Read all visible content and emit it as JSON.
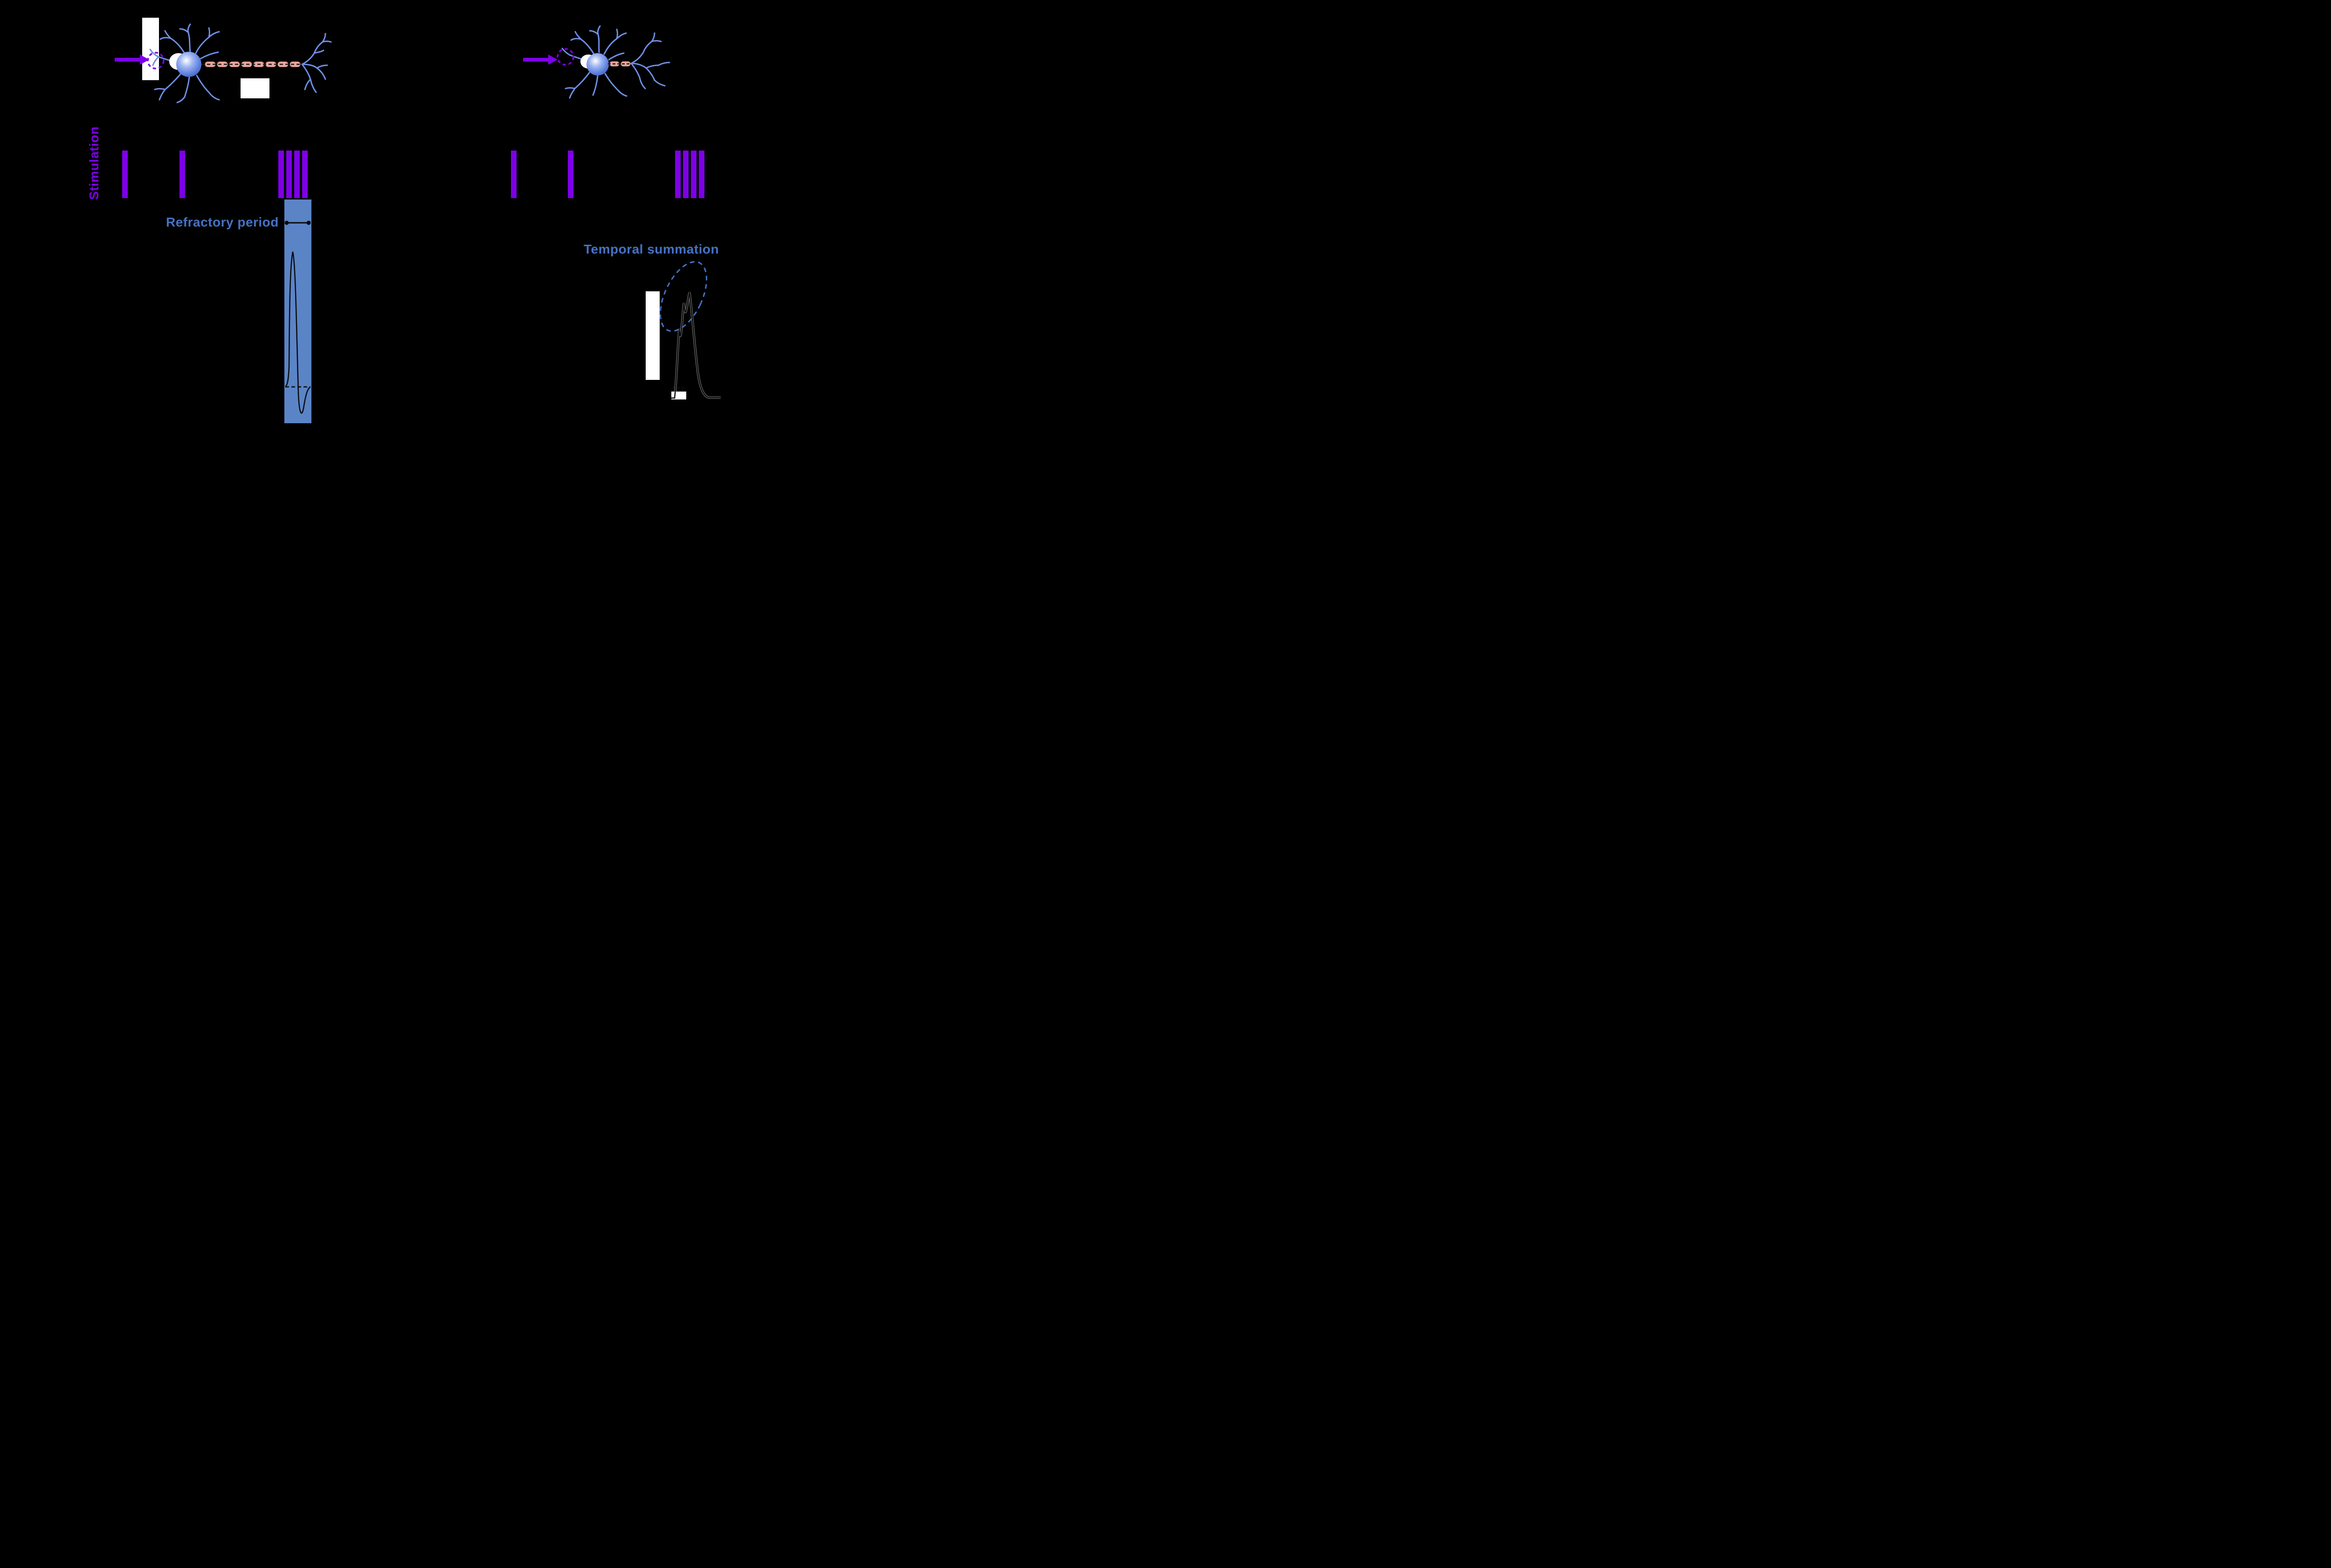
{
  "figure": {
    "labels": {
      "stimulation": "Stimulation",
      "refractory_period": "Refractory period",
      "temporal_summation": "Temporal summation"
    },
    "left_panel": {
      "pulse_groups": [
        1,
        1,
        4
      ],
      "annotation": "Refractory period"
    },
    "right_panel": {
      "pulse_groups": [
        1,
        1,
        4
      ],
      "annotation": "Temporal summation"
    },
    "colors": {
      "background": "#000000",
      "stimulus_purple": "#7D00E6",
      "label_blue": "#4472C4",
      "refractory_fill": "#5B84C7",
      "neuron_blue": "#6E8FE6",
      "neuron_blue_light": "#93ADEF",
      "myelin_pink": "#E9A69E",
      "myelin_border": "#C4827A",
      "trace_black": "#0B0B0B",
      "white_patch": "#FFFFFF"
    }
  }
}
